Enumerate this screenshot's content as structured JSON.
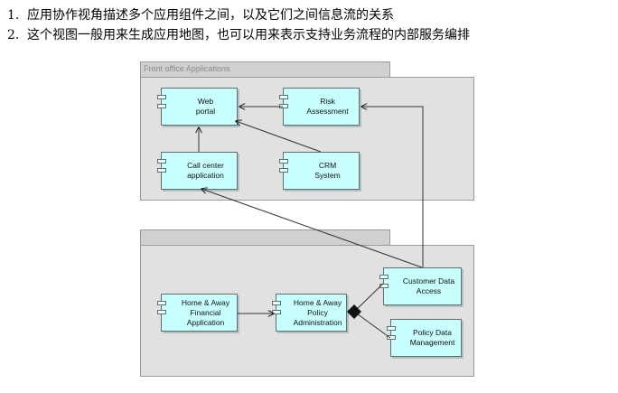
{
  "notes": [
    {
      "num": "1.",
      "text": "应用协作视角描述多个应用组件之间，以及它们之间信息流的关系"
    },
    {
      "num": "2.",
      "text": "这个视图一般用来生成应用地图，也可以用来表示支持业务流程的内部服务编排"
    }
  ],
  "groups": {
    "front_office": {
      "label": "Front office Applications"
    },
    "back_office": {
      "label": ""
    }
  },
  "components": {
    "web_portal": "Web\nportal",
    "risk_assessment": "Risk\nAssessment",
    "call_center": "Call center\napplication",
    "crm_system": "CRM\nSystem",
    "customer_data_access": "Customer Data\nAccess",
    "financial_app": "Home & Away\nFinancial\nApplication",
    "policy_admin": "Home & Away\nPolicy\nAdministration",
    "policy_data_mgmt": "Policy Data\nManagement"
  },
  "relations": [
    {
      "from": "risk_assessment",
      "to": "web_portal",
      "type": "flow"
    },
    {
      "from": "call_center",
      "to": "web_portal",
      "type": "flow"
    },
    {
      "from": "crm_system",
      "to": "web_portal",
      "type": "flow"
    },
    {
      "from": "customer_data_access",
      "to": "risk_assessment",
      "type": "flow"
    },
    {
      "from": "customer_data_access",
      "to": "call_center",
      "type": "flow"
    },
    {
      "from": "financial_app",
      "to": "policy_admin",
      "type": "flow"
    },
    {
      "from": "policy_admin",
      "to": "customer_data_access",
      "type": "aggregation"
    },
    {
      "from": "policy_admin",
      "to": "policy_data_mgmt",
      "type": "aggregation"
    }
  ]
}
